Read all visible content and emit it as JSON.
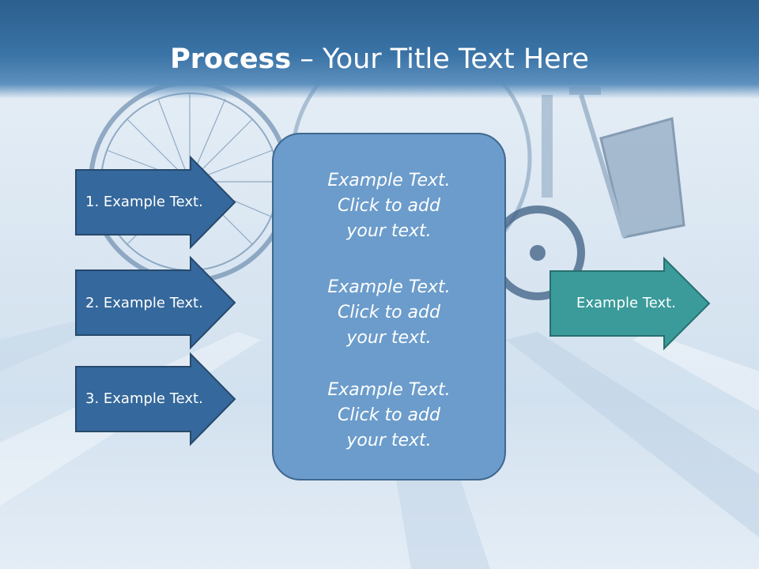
{
  "slide": {
    "title_bold": "Process",
    "title_rest": " – Your Title Text Here"
  },
  "inputs": [
    {
      "label": "1. Example Text."
    },
    {
      "label": "2. Example Text."
    },
    {
      "label": "3. Example Text."
    }
  ],
  "center": {
    "blocks": [
      {
        "lines": [
          "Example Text.",
          "Click  to add",
          "your text."
        ]
      },
      {
        "lines": [
          "Example Text.",
          "Click  to add",
          "your text."
        ]
      },
      {
        "lines": [
          "Example Text.",
          "Click  to add",
          "your text."
        ]
      }
    ]
  },
  "output": {
    "label": "Example Text."
  },
  "colors": {
    "input_arrow": "#35689c",
    "output_arrow": "#3a9b9a",
    "center_box": "#6b9ccb",
    "title_bar": "#3a73a6"
  }
}
